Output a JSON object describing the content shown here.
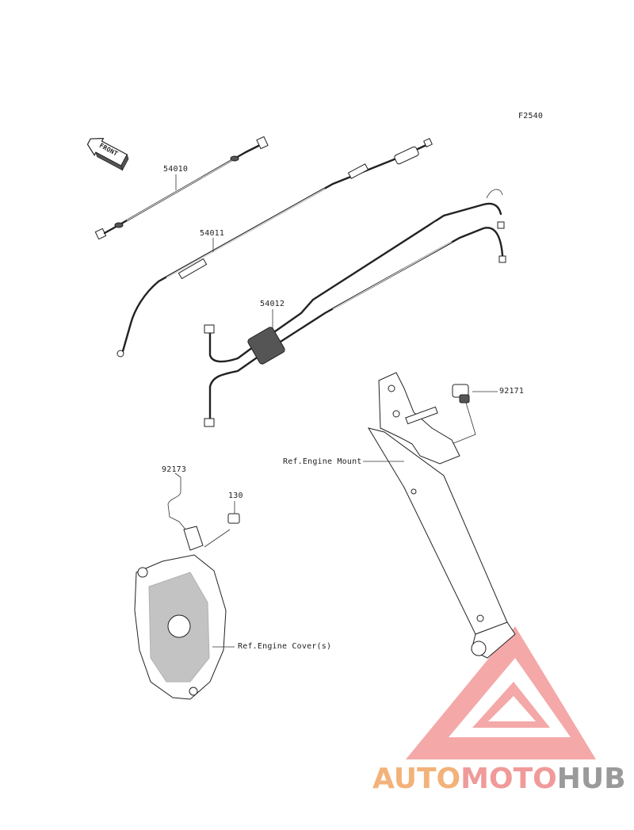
{
  "figure_code": "F2540",
  "front_arrow_text": "FRONT",
  "labels": {
    "cable_choke": "54010",
    "cable_throttle_main": "54011",
    "cable_throttle_pair": "54012",
    "clamp": "92171",
    "spring_hook": "92173",
    "bolt": "130",
    "ref_engine_mount": "Ref.Engine Mount",
    "ref_engine_cover": "Ref.Engine Cover(s)"
  },
  "watermark": {
    "part1": "AUTO",
    "part2": "MOTO",
    "part3": "HUB",
    "colors": {
      "orange": "#f3b27a",
      "red": "#f09a9a",
      "gray": "#9a9a9a"
    }
  }
}
